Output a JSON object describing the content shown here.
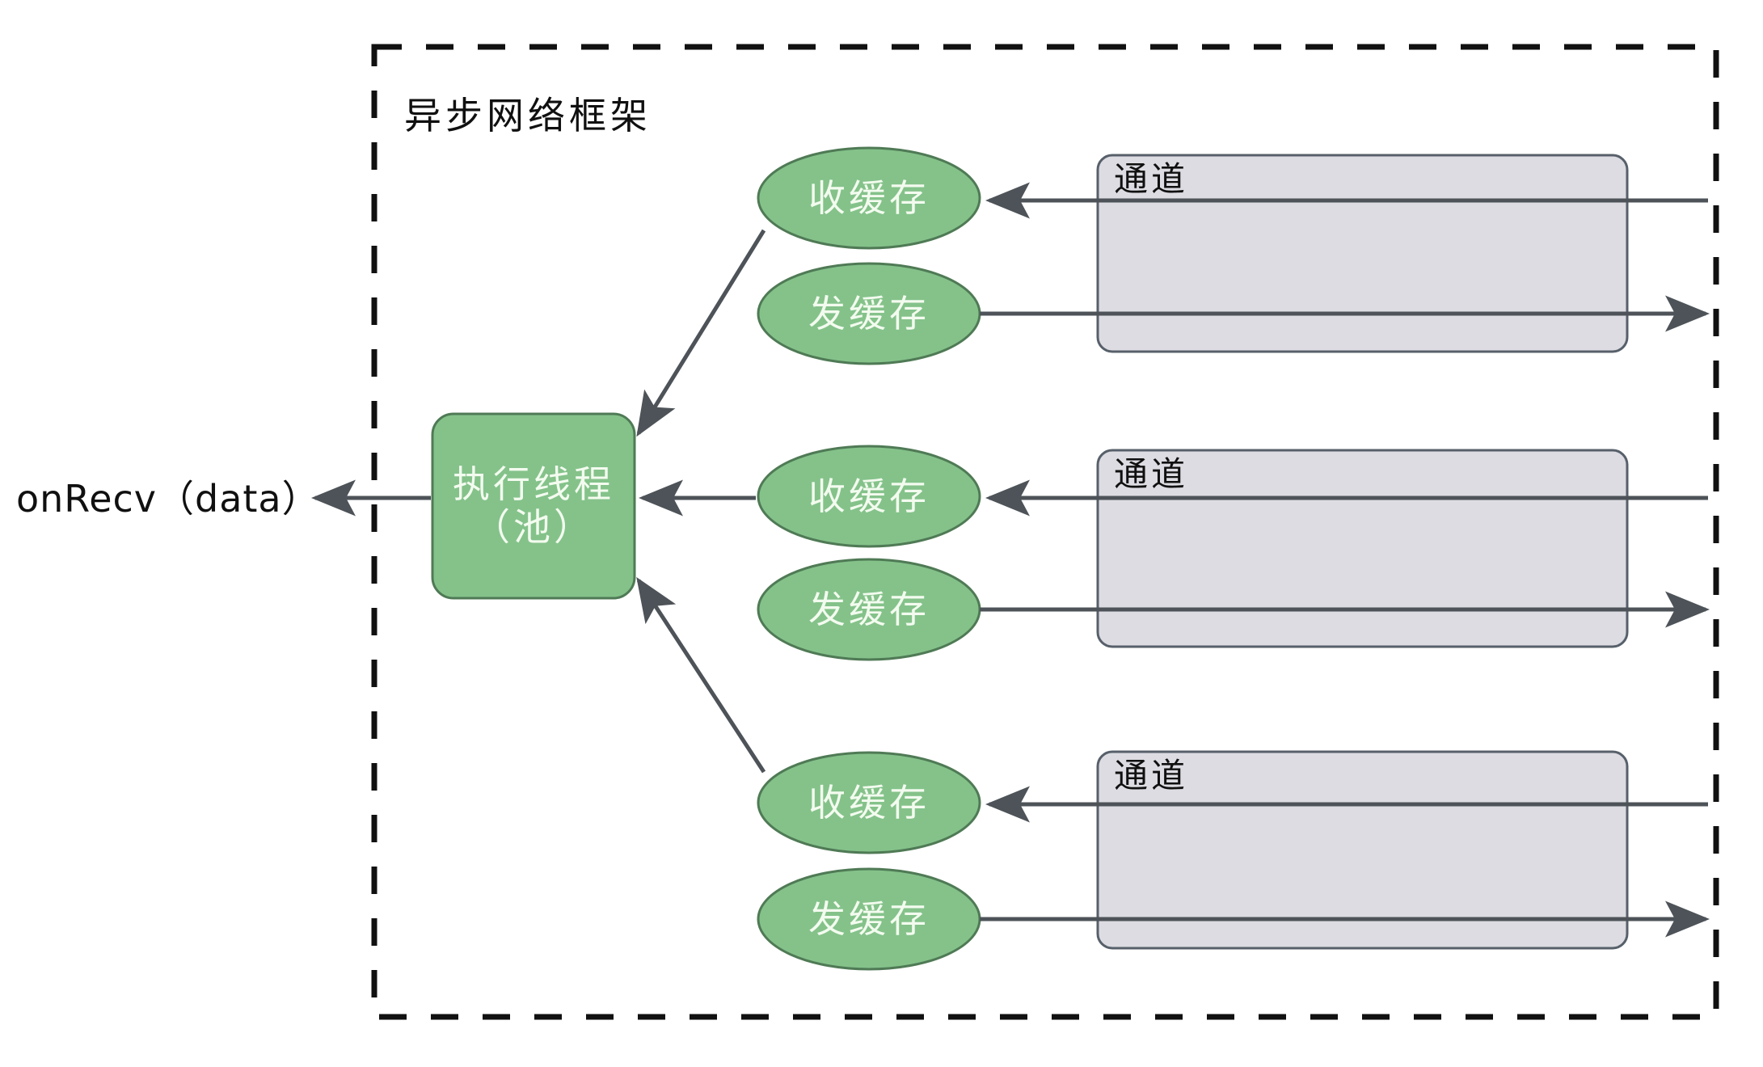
{
  "diagram": {
    "title": "异步网络框架",
    "frame": {
      "style": "dashed",
      "stroke": "#111111"
    },
    "colors": {
      "node_fill": "#84c28a",
      "node_stroke": "#4f7a55",
      "node_text": "#f3fbef",
      "channel_fill": "#dcdce2",
      "channel_stroke": "#57606a",
      "arrow": "#4d5358",
      "frame": "#111111",
      "page_background": "#ffffff"
    },
    "callout": {
      "label": "onRecv（data）"
    },
    "thread_pool": {
      "line1": "执行线程",
      "line2": "（池）"
    },
    "groups": [
      {
        "id": "group-1",
        "recv_buffer": "收缓存",
        "send_buffer": "发缓存",
        "channel": "通道"
      },
      {
        "id": "group-2",
        "recv_buffer": "收缓存",
        "send_buffer": "发缓存",
        "channel": "通道"
      },
      {
        "id": "group-3",
        "recv_buffer": "收缓存",
        "send_buffer": "发缓存",
        "channel": "通道"
      }
    ]
  }
}
